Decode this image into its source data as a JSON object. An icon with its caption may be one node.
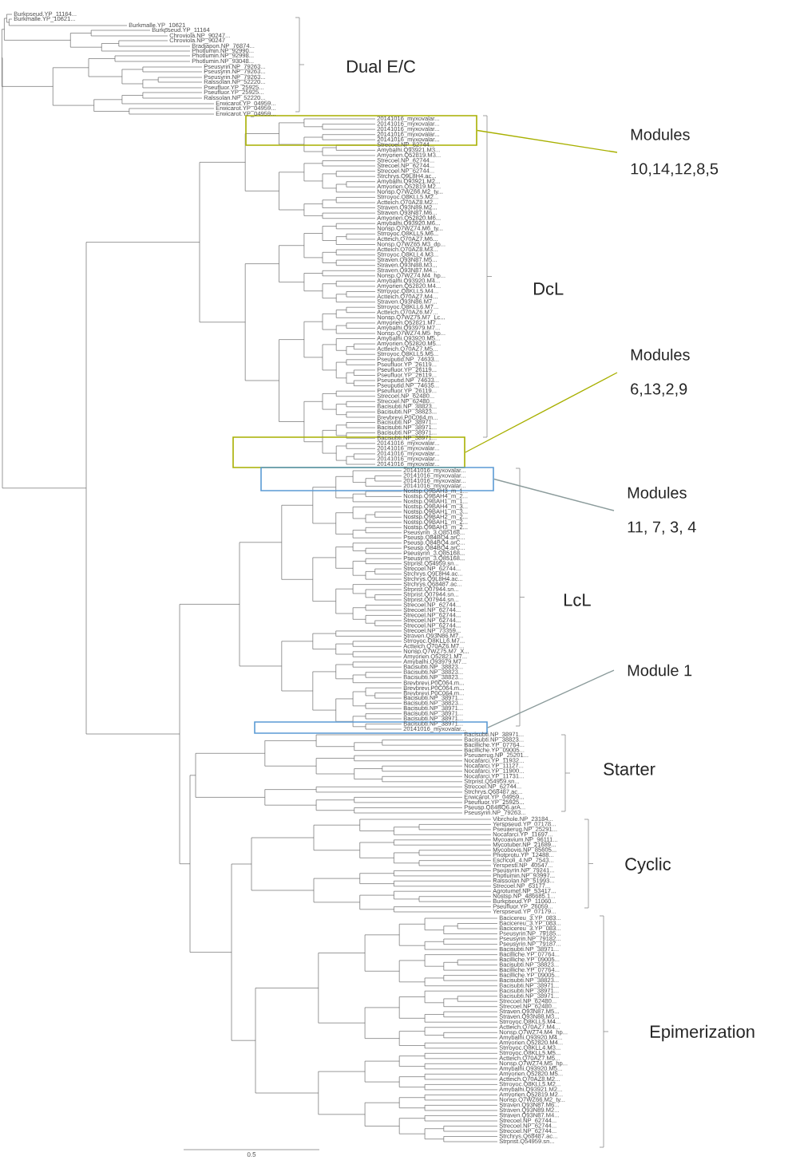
{
  "diagram": {
    "nodes": [
      {
        "text": [],
        "shape": "box"
      },
      {
        "text": [
          "Modules",
          "10,14,12,8,5"
        ]
      },
      {
        "text": [
          "Modules",
          "6,13,2,9"
        ]
      },
      {
        "text": [],
        "shape": "box"
      },
      {
        "text": [],
        "shape": "box"
      },
      {
        "text": [
          "Modules",
          "11, 7, 3, 4"
        ]
      },
      {
        "text": [
          "Module 1"
        ]
      },
      {
        "text": [],
        "shape": "box"
      }
    ],
    "edges": [
      {
        "from": 1,
        "to": 0,
        "arrow": "none",
        "color": "#a8b000"
      },
      {
        "from": 2,
        "to": 3,
        "arrow": "none",
        "color": "#a8b000"
      },
      {
        "from": 5,
        "to": 4,
        "arrow": "none",
        "color": "#8c9c9c"
      },
      {
        "from": 6,
        "to": 7,
        "arrow": "none",
        "color": "#8c9c9c"
      }
    ],
    "labels": [
      "Burkpseud.YP_11164...",
      "Burkmalle.YP_10621...",
      "Burkmalle.YP_10621",
      "Burkpseud.YP_11164",
      "Chroviola.NP_90247...",
      "Chroviola.NP_90247",
      "Bradjapon.NP_76874...",
      "Photlumin.NP_92990...",
      "Photlumin.NP_92998...",
      "Photlumin.NP_93048...",
      "Pseusyrin.NP_79263...",
      "Pseusyrin.NP_79263...",
      "Pseusyrin.NP_79263...",
      "Ralssolan.NP_52220...",
      "Pseufluor.YP_25925...",
      "Pseufluor.YP_25925...",
      "Ralssolan.NP_52220...",
      "Erwicarot.YP_04959...",
      "Erwicarot.YP_04959...",
      "Erwicarot.YP_04959...",
      "Dual E/C",
      "20141016_myxovalar...",
      "20141016_myxovalar...",
      "20141016_myxovalar...",
      "20141016_myxovalar...",
      "20141016_myxovalar...",
      "Strecoel.NP_62744...",
      "Amybalhi.Q93921.M3...",
      "Amyorien.Q52819.M3...",
      "Strecoel.NP_62744...",
      "Strecoel.NP_62744...",
      "Strecoel.NP_62744...",
      "Strchrys.Q9L8H4.ac...",
      "Amybalhi.Q93921.M2...",
      "Amyorien.Q52819.M2...",
      "Nonsp.Q7WZ66.M2_ty...",
      "Strroyoc.Q8KLL5.M2...",
      "Actteich.Q70AZ8.M2...",
      "Straven.Q93N89.M2...",
      "Straven.Q93N87.M6...",
      "Amyorien.Q52820.M6...",
      "Amybalhi.Q93920.M6...",
      "Nonsp.Q7WZ74.M6_ty...",
      "Strroyoc.Q8KLL5.M6...",
      "Actteich.Q70AZ7.M6...",
      "Nonsp.Q7WZ65.M3_dp...",
      "Actteich.Q70AZ8.M3...",
      "Strroyoc.Q8KLL4.M3...",
      "Straven.Q93N87.M5...",
      "Straven.Q93N88.M3...",
      "Straven.Q93N87.M4...",
      "Nonsp.Q7WZ74.M4_hp...",
      "Amybalhi.Q93920.M4...",
      "Amyorien.Q52820.M4...",
      "Strroyoc.Q8KLL5.M4...",
      "Actteich.Q70AZ7.M4...",
      "Straven.Q93N86.M7...",
      "Strroyoc.Q8KLL6.M7...",
      "Actteich.Q70AZ6.M7...",
      "Nonsp.Q7WZ75.M7_Lc...",
      "Amyorien.Q52821.M7...",
      "Amybalhi.Q93979.M7...",
      "Nonsp.Q7WZ74.M5_hp...",
      "Amybalhi.Q93920.M5...",
      "Amyorien.Q52820.M5...",
      "Actteich.Q70AZ7.M5...",
      "Strroyoc.Q8KLL5.M5...",
      "Pseuputid.NP_74633...",
      "Pseufluor.YP_26119...",
      "Pseufluor.YP_26119...",
      "Pseufluor.YP_26119...",
      "Pseuputid.NP_74633...",
      "Pseuputid.NP_74635...",
      "Pseufluor.YP_26119...",
      "Strecoel.NP_62480...",
      "Strecoel.NP_62480...",
      "Bacisubti.NP_38823...",
      "Bacisubti.NP_38823...",
      "Brevbrevi.P0C064.m...",
      "Bacisubti.NP_38971...",
      "Bacisubti.NP_38971...",
      "Bacisubti.NP_38971...",
      "Bacisubti.NP_38971...",
      "20141016_myxovalar...",
      "20141016_myxovalar...",
      "20141016_myxovalar...",
      "20141016_myxovalar...",
      "20141016_myxovalar...",
      "DcL",
      "20141016_myxovalar...",
      "20141016_myxovalar...",
      "20141016_myxovalar...",
      "20141016_myxovalar...",
      "Nostsp.Q9BAH3_m_1...",
      "Nostsp.Q9BAH4_m_2...",
      "Nostsp.Q9BAH1_m_1...",
      "Nostsp.Q9BAH4_m_3...",
      "Nostsp.Q9BAH1_m_3...",
      "Nostsp.Q9BAH2_m_2...",
      "Nostsp.Q9BAH1_m_2...",
      "Nostsp.Q9BAH3_m_2...",
      "Pseusyrin_3.Q85168...",
      "Pseusp.Q84BQ4.arC...",
      "Pseusp.Q84BQ4.arC...",
      "Pseusp.Q84BQ4.arC...",
      "Pseusyrin_3.Q85168...",
      "Pseusyrin_3.Q85168...",
      "Strprist.Q54959.sn...",
      "Strecoel.NP_62744...",
      "Strchrys.Q9L8H4.ac...",
      "Strchrys.Q9L8H4.ac...",
      "Strchrys.Q68487.ac...",
      "Strprist.Q07944.sn...",
      "Strprist.Q07944.sn...",
      "Strprist.Q07944.sn...",
      "Strecoel.NP_62744...",
      "Strecoel.NP_62744...",
      "Strecoel.NP_62744...",
      "Strecoel.NP_62744...",
      "Strecoel.NP_62744...",
      "Strecoel.NP_73359...",
      "Straven.Q93N86.M7...",
      "Strroyoc.Q8KLL6.M7...",
      "Actteich.Q70AZ6.M7...",
      "Nonsp.Q7WZ75.M7_X...",
      "Amyorien.Q52821.M7...",
      "Amybalhi.Q93979.M7...",
      "Bacisubti.NP_38823...",
      "Bacisubti.NP_38823...",
      "Bacisubti.NP_38823...",
      "Brevbrevi.P0C064.m...",
      "Brevbrevi.P0C064.m...",
      "Brevbrevi.P0C064.m...",
      "Bacisubti.NP_38971...",
      "Bacisubti.NP_38823...",
      "Bacisubti.NP_38971...",
      "Bacisubti.NP_38971...",
      "Bacisubti.NP_38971...",
      "Bacisubti.NP_38971...",
      "20141016_myxovalar...",
      "LcL",
      "Bacisubti.NP_38971...",
      "Bacisubti.NP_38823...",
      "Bacilliche.YP_07764...",
      "Bacilliche.YP_09005...",
      "Pseuaerug.NP_25201...",
      "Nocafarci.YP_11932...",
      "Nocafarci.YP_11127...",
      "Nocafarci.YP_11900...",
      "Nocafarci.YP_11731...",
      "Strprist.Q54959.sn...",
      "Strecoel.NP_62744...",
      "Strchrys.Q68487.ac...",
      "Erwicarot.YP_04959...",
      "Pseufluor.YP_25925...",
      "Pseusp.Q84BQ6.arA...",
      "Pseusyrin.NP_79263...",
      "Starter",
      "Vibrchole.NP_23184...",
      "Yerspseud.YP_07178...",
      "Pseuaerug.NP_25291...",
      "Nocafarci.YP_11697...",
      "Mycoavium.NP_96111...",
      "Mycotuber.NP_21689...",
      "Mycobovis.NP_85605...",
      "Photprotu.YP_12488...",
      "Eschcoli_4.NP_7543...",
      "Yerspesti.NP_40547...",
      "Pseusyrin.NP_79241...",
      "Photlumin.NP_93997...",
      "Ralssolan.NP_51993...",
      "Strecoel.NP_63177...",
      "Agrotumef.NP_53417...",
      "Nostsp.NP_486685.1...",
      "Burkpseud.YP_11060...",
      "Pseufluor.YP_26059...",
      "Yerspseud.YP_07179...",
      "Cyclic",
      "Bacicereu_3.YP_083...",
      "Bacicereu_3.YP_083...",
      "Bacicereu_3.YP_083...",
      "Pseusyrin.NP_79185...",
      "Pseusyrin.NP_79182...",
      "Pseusyrin.NP_79187...",
      "Bacisubti.NP_38971...",
      "Bacilliche.YP_07764...",
      "Bacilliche.YP_09005...",
      "Bacisubti.NP_38823...",
      "Bacilliche.YP_07764...",
      "Bacilliche.YP_09005...",
      "Bacisubti.NP_38823...",
      "Bacisubti.NP_38971...",
      "Bacisubti.NP_38971...",
      "Bacisubti.NP_38971...",
      "Strecoel.NP_62480...",
      "Strecoel.NP_62480...",
      "Straven.Q93N87.M5...",
      "Straven.Q93N88.M3...",
      "Strroyoc.Q8KLL5.M4...",
      "Actteich.Q70AZ7.M4...",
      "Nonsp.Q7WZ74.M4_hp...",
      "Amybalhi.Q93920.M4...",
      "Amyorien.Q52820.M4...",
      "Strroyoc.Q8KLL4.M3...",
      "Strroyoc.Q8KLL5.M5...",
      "Actteich.Q70AZ7.M5...",
      "Nonsp.Q7WZ74.M5_hp...",
      "Amybalhi.Q93920.M5...",
      "Amyorien.Q52820.M5...",
      "Actteich.Q70AZ8.M2...",
      "Strroyoc.Q8KLL5.M2...",
      "Amybalhi.Q93921.M2...",
      "Amyorien.Q52819.M2...",
      "Nonsp.Q7WZ66.M2_ty...",
      "Straven.Q93N87.M6...",
      "Straven.Q93N89.M2...",
      "Straven.Q93N87.M4...",
      "Strecoel.NP_62744...",
      "Strecoel.NP_62744...",
      "Strecoel.NP_62744...",
      "Strchrys.Q68487.ac...",
      "Strprist.Q54959.sn...",
      "Epimerization",
      "0.5"
    ]
  }
}
